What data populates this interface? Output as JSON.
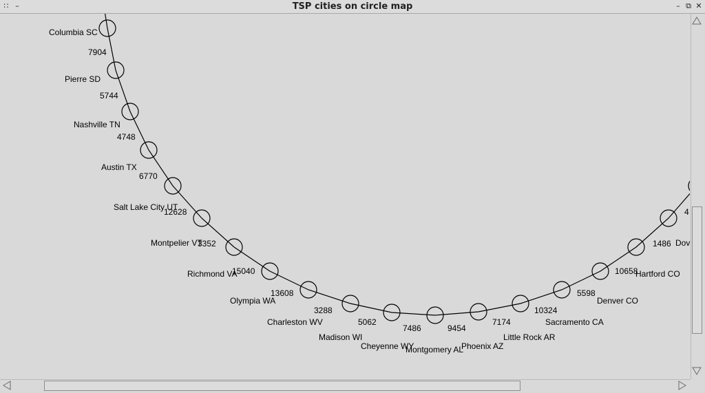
{
  "window": {
    "title": "TSP cities on circle map",
    "menu_glyph": "∷",
    "minimize_glyph": "–",
    "restore_glyph": "⧉",
    "close_glyph": "✕",
    "pin_glyph": "–"
  },
  "circle_map": {
    "cities": [
      {
        "name": "Columbia SC"
      },
      {
        "name": "Pierre SD"
      },
      {
        "name": "Nashville TN"
      },
      {
        "name": "Austin TX"
      },
      {
        "name": "Salt Lake City UT"
      },
      {
        "name": "Montpelier VT"
      },
      {
        "name": "Richmond VA"
      },
      {
        "name": "Olympia WA"
      },
      {
        "name": "Charleston WV"
      },
      {
        "name": "Madison WI"
      },
      {
        "name": "Cheyenne WY"
      },
      {
        "name": "Montgomery AL"
      },
      {
        "name": "Phoenix AZ"
      },
      {
        "name": "Little Rock AR"
      },
      {
        "name": "Sacramento CA"
      },
      {
        "name": "Denver CO"
      },
      {
        "name": "Hartford CO"
      },
      {
        "name": "Dov"
      }
    ],
    "distances": [
      "7904",
      "5744",
      "4748",
      "6770",
      "12628",
      "3352",
      "15040",
      "13608",
      "3288",
      "5062",
      "7486",
      "9454",
      "7174",
      "10324",
      "5598",
      "10658",
      "1486",
      "4"
    ]
  }
}
